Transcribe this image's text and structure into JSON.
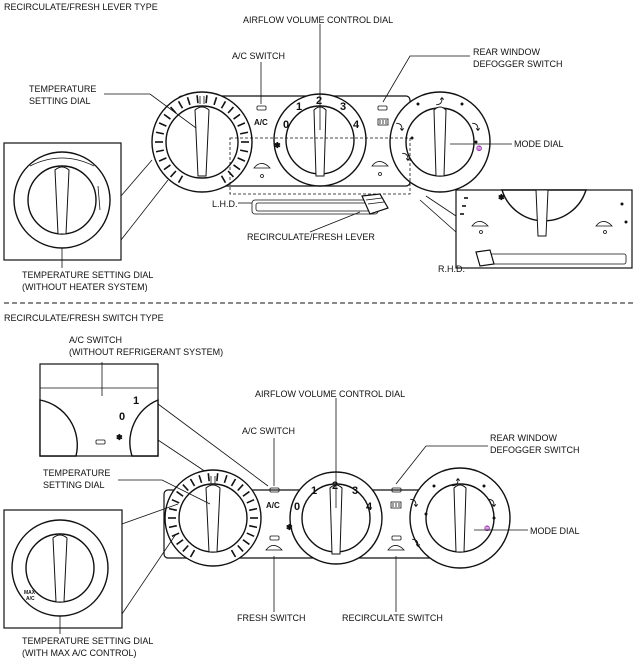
{
  "top_section": {
    "title": "RECIRCULATE/FRESH LEVER TYPE",
    "labels": {
      "airflow": "AIRFLOW VOLUME CONTROL DIAL",
      "ac_switch": "A/C SWITCH",
      "rear_defogger_1": "REAR WINDOW",
      "rear_defogger_2": "DEFOGGER SWITCH",
      "temp_dial_1": "TEMPERATURE",
      "temp_dial_2": "SETTING DIAL",
      "mode_dial": "MODE DIAL",
      "lhd": "L.H.D.",
      "rhd": "R.H.D.",
      "recirc_lever": "RECIRCULATE/FRESH LEVER",
      "temp_no_heater_1": "TEMPERATURE SETTING DIAL",
      "temp_no_heater_2": "(WITHOUT HEATER SYSTEM)"
    },
    "fan_numbers": [
      "0",
      "1",
      "2",
      "3",
      "4"
    ],
    "ac_text": "A/C"
  },
  "bottom_section": {
    "title": "RECIRCULATE/FRESH SWITCH TYPE",
    "labels": {
      "ac_no_ref_1": "A/C SWITCH",
      "ac_no_ref_2": "(WITHOUT REFRIGERANT SYSTEM)",
      "airflow": "AIRFLOW VOLUME CONTROL DIAL",
      "ac_switch": "A/C SWITCH",
      "rear_defogger_1": "REAR WINDOW",
      "rear_defogger_2": "DEFOGGER SWITCH",
      "temp_dial_1": "TEMPERATURE",
      "temp_dial_2": "SETTING DIAL",
      "mode_dial": "MODE DIAL",
      "fresh_switch": "FRESH SWITCH",
      "recirc_switch": "RECIRCULATE SWITCH",
      "temp_max_1": "TEMPERATURE SETTING DIAL",
      "temp_max_2": "(WITH MAX A/C CONTROL)"
    },
    "fan_numbers": [
      "0",
      "1",
      "2",
      "3",
      "4"
    ],
    "ac_text": "A/C",
    "max_text_1": "MAX",
    "max_text_2": "A/C"
  }
}
